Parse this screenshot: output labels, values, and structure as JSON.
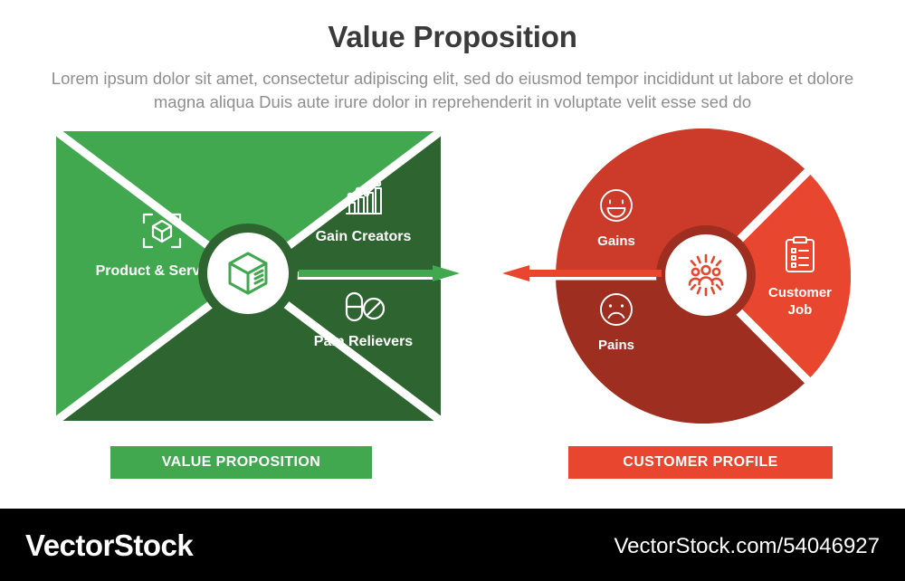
{
  "header": {
    "title": "Value Proposition",
    "subtitle": "Lorem ipsum dolor sit amet, consectetur adipiscing elit, sed do eiusmod tempor incididunt ut labore et dolore magna aliqua Duis aute irure dolor in reprehenderit in voluptate velit esse sed do"
  },
  "value_proposition": {
    "banner_label": "VALUE PROPOSITION",
    "center_icon": "box-icon",
    "items": [
      {
        "label": "Product & Services",
        "icon": "scan-cube-icon"
      },
      {
        "label": "Gain Creators",
        "icon": "bar-chart-growth-icon"
      },
      {
        "label": "Pain Relievers",
        "icon": "pills-icon"
      }
    ]
  },
  "customer_profile": {
    "banner_label": "CUSTOMER PROFILE",
    "center_icon": "people-group-icon",
    "items": [
      {
        "label": "Gains",
        "icon": "smiley-happy-icon"
      },
      {
        "label": "Pains",
        "icon": "smiley-sad-icon"
      },
      {
        "label": "Customer Job",
        "icon": "clipboard-checklist-icon"
      }
    ]
  },
  "footer": {
    "logo": "VectorStock",
    "url": "VectorStock.com/54046927"
  },
  "colors": {
    "green_light": "#41a850",
    "green_dark": "#2e6430",
    "red_bright": "#e8462f",
    "red_mid": "#cc3a29",
    "red_dark": "#9e2f20",
    "title": "#3a3a3a",
    "subtitle": "#8e8e8e",
    "footer_bg": "#000000"
  }
}
